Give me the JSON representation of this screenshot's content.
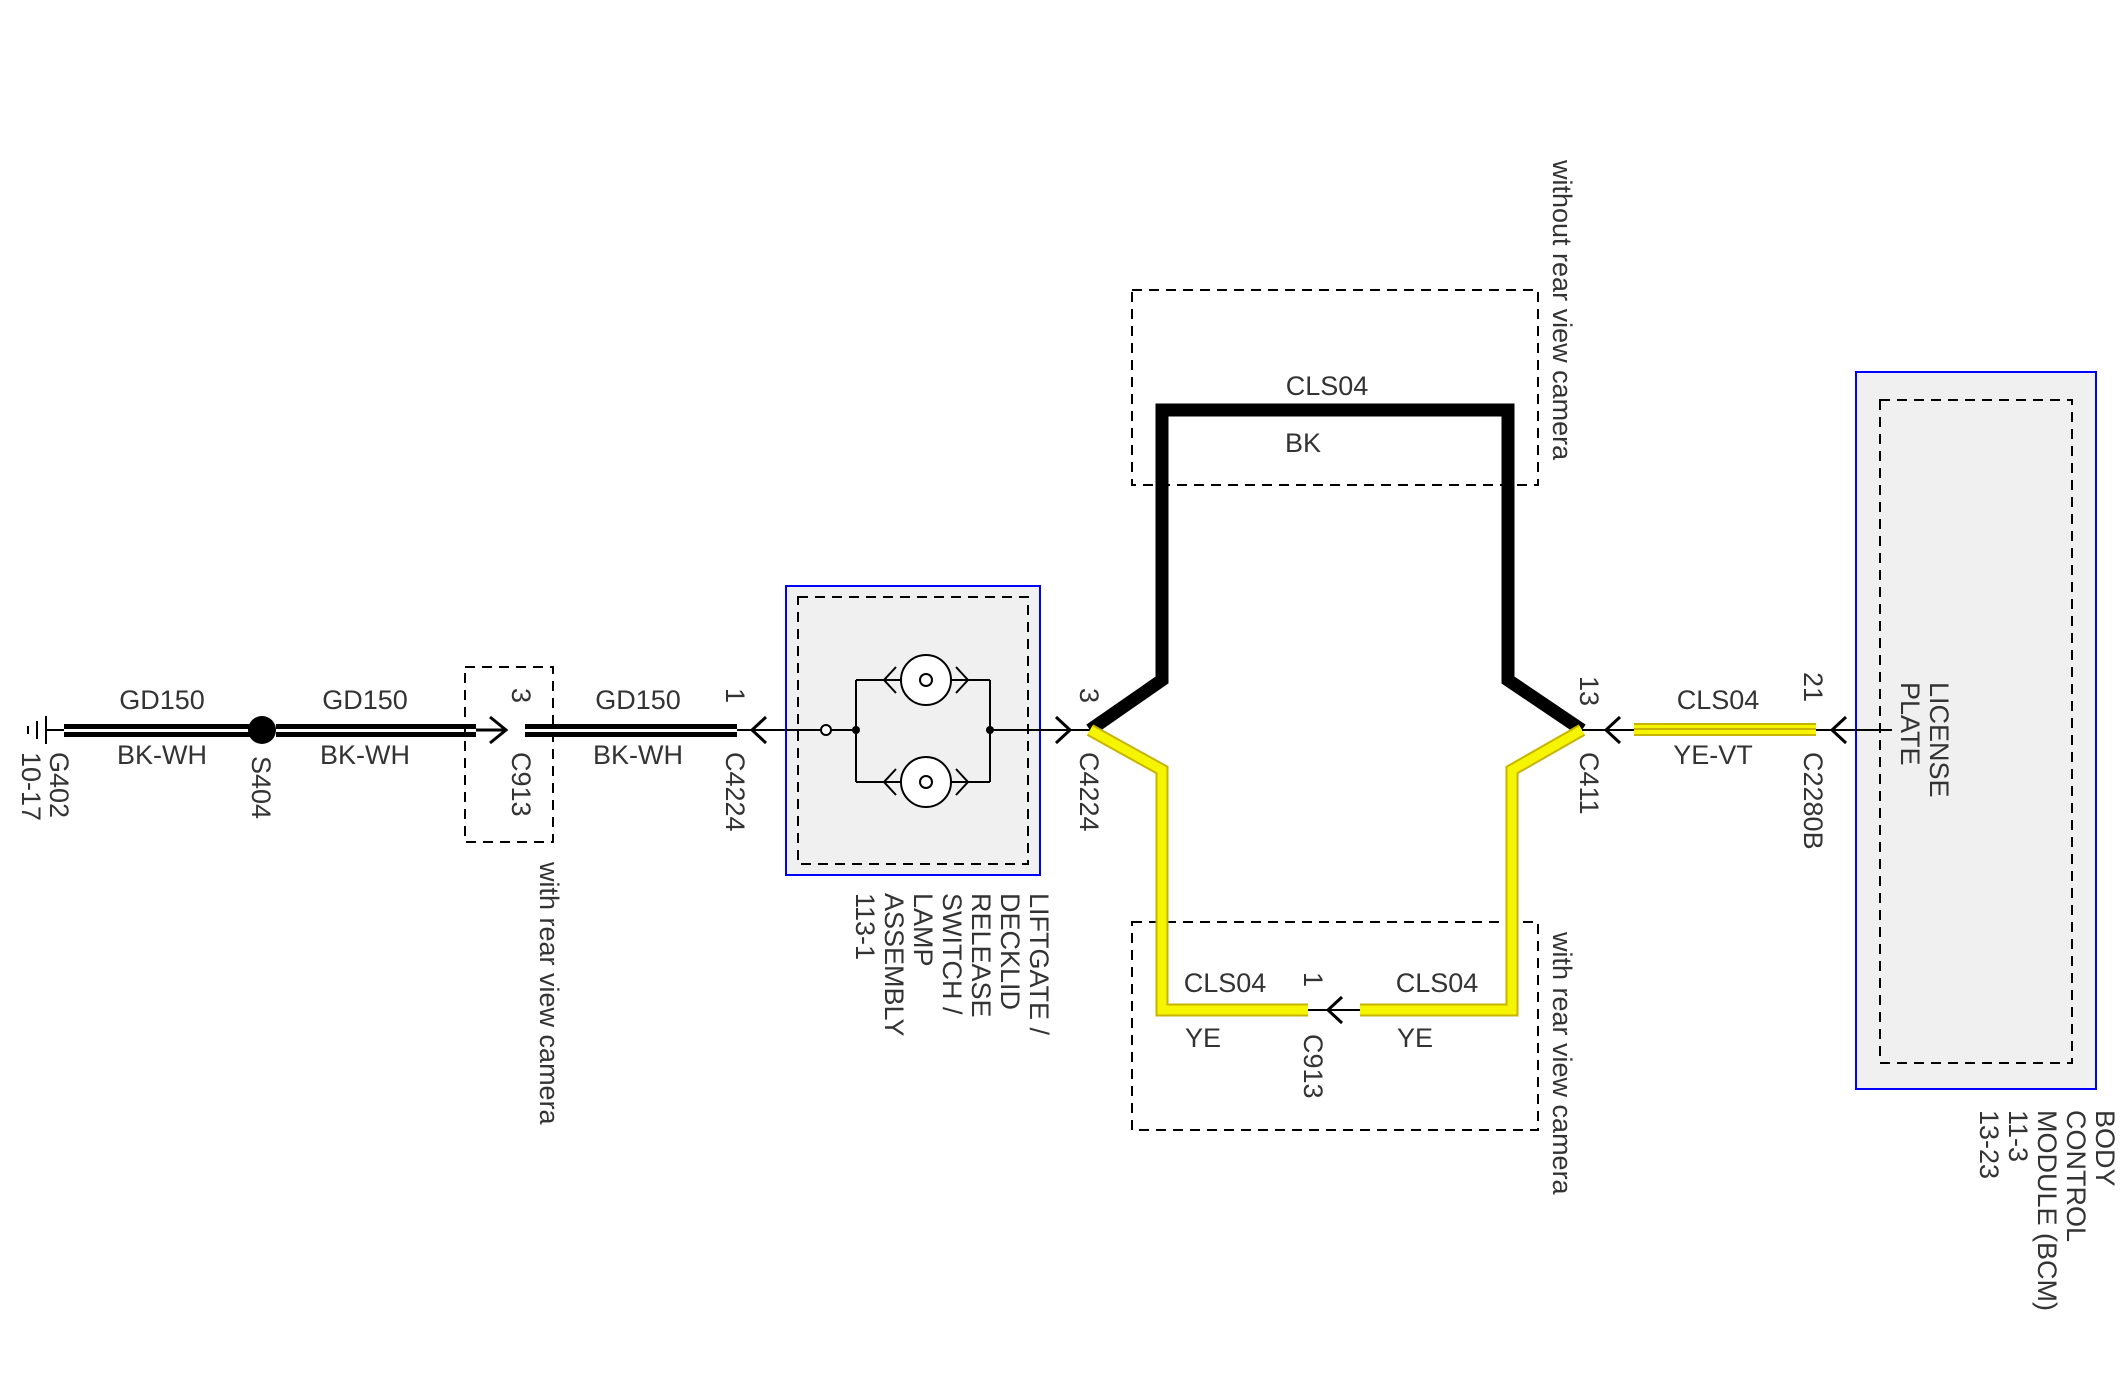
{
  "colors": {
    "black_wire": "#000000",
    "yellow_wire": "#f5f500",
    "yellow_outline": "#c8b400",
    "component_fill": "#f0f0f0",
    "component_border": "#0000ff",
    "text": "#333333"
  },
  "ground": {
    "label": "G402",
    "page": "10-17",
    "icon": "ground-symbol"
  },
  "splice": {
    "label": "S404"
  },
  "wires": {
    "gd150_a": {
      "circuit": "GD150",
      "color": "BK-WH"
    },
    "gd150_b": {
      "circuit": "GD150",
      "color": "BK-WH"
    },
    "gd150_c": {
      "circuit": "GD150",
      "color": "BK-WH"
    },
    "cls04_bk": {
      "circuit": "CLS04",
      "color": "BK"
    },
    "cls04_ye_left": {
      "circuit": "CLS04",
      "color": "YE"
    },
    "cls04_ye_right": {
      "circuit": "CLS04",
      "color": "YE"
    },
    "cls04_yevt": {
      "circuit": "CLS04",
      "color": "YE-VT"
    }
  },
  "connectors": {
    "c913_left": {
      "name": "C913",
      "pin": "3"
    },
    "c4224_left": {
      "name": "C4224",
      "pin": "1"
    },
    "c4224_right": {
      "name": "C4224",
      "pin": "3"
    },
    "c913_bottom": {
      "name": "C913",
      "pin": "1"
    },
    "c411": {
      "name": "C411",
      "pin": "13"
    },
    "c2280b": {
      "name": "C2280B",
      "pin": "21"
    }
  },
  "notes": {
    "with_camera_left": "with rear view camera",
    "without_camera": "without rear view camera",
    "with_camera_right": "with rear view camera"
  },
  "components": {
    "liftgate": {
      "lines": [
        "LIFTGATE /",
        "DECKLID",
        "RELEASE",
        "SWITCH /",
        "LAMP",
        "ASSEMBLY",
        "113-1"
      ],
      "icon": "lamp-bulb-icon"
    },
    "bcm": {
      "lines": [
        "BODY",
        "CONTROL",
        "MODULE (BCM)",
        "11-3",
        "13-23"
      ],
      "internal_label": [
        "LICENSE",
        "PLATE"
      ]
    }
  }
}
